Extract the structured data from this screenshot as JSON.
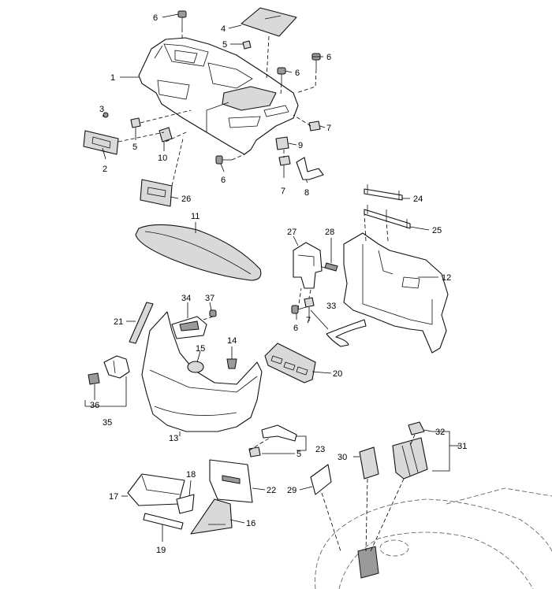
{
  "diagram": {
    "labels": [
      {
        "text": "1"
      },
      {
        "text": "2"
      },
      {
        "text": "3"
      },
      {
        "text": "4"
      },
      {
        "text": "5"
      },
      {
        "text": "5"
      },
      {
        "text": "5"
      },
      {
        "text": "6"
      },
      {
        "text": "6"
      },
      {
        "text": "6"
      },
      {
        "text": "6"
      },
      {
        "text": "6"
      },
      {
        "text": "7"
      },
      {
        "text": "7"
      },
      {
        "text": "7"
      },
      {
        "text": "8"
      },
      {
        "text": "9"
      },
      {
        "text": "10"
      },
      {
        "text": "11"
      },
      {
        "text": "12"
      },
      {
        "text": "13"
      },
      {
        "text": "14"
      },
      {
        "text": "15"
      },
      {
        "text": "16"
      },
      {
        "text": "17"
      },
      {
        "text": "18"
      },
      {
        "text": "19"
      },
      {
        "text": "20"
      },
      {
        "text": "21"
      },
      {
        "text": "22"
      },
      {
        "text": "23"
      },
      {
        "text": "24"
      },
      {
        "text": "25"
      },
      {
        "text": "26"
      },
      {
        "text": "27"
      },
      {
        "text": "28"
      },
      {
        "text": "29"
      },
      {
        "text": "30"
      },
      {
        "text": "31"
      },
      {
        "text": "32"
      },
      {
        "text": "33"
      },
      {
        "text": "34"
      },
      {
        "text": "35"
      },
      {
        "text": "36"
      },
      {
        "text": "37"
      }
    ]
  }
}
